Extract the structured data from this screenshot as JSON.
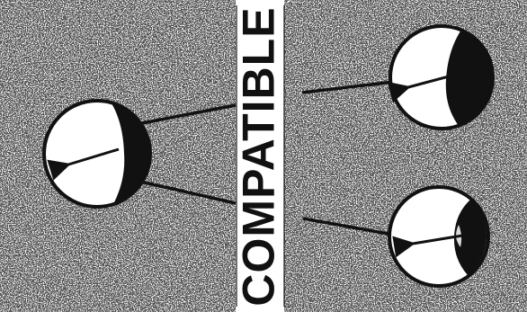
{
  "label": {
    "text": "COMPATIBLE"
  },
  "colors": {
    "background": "#ffffff",
    "ink": "#111111",
    "speckle": "#1a1a1a"
  },
  "icons": {
    "dial_shape": "circle-with-arrow-and-dark-crescent",
    "connector": "pointer-line"
  }
}
